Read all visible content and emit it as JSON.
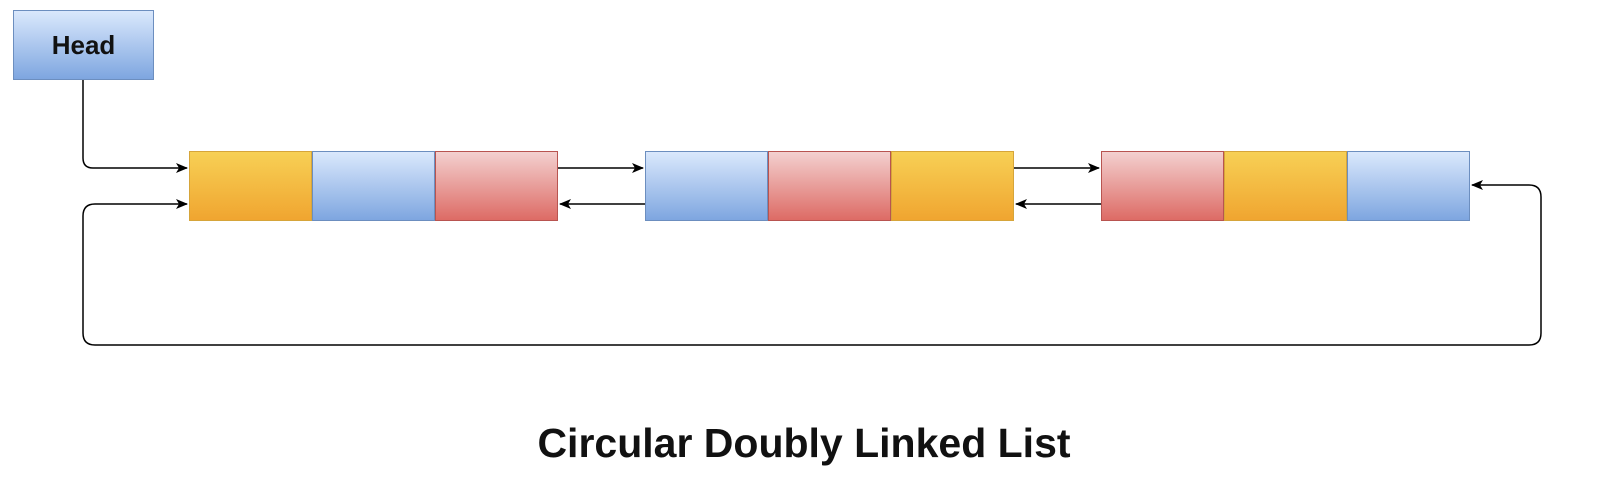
{
  "head": {
    "label": "Head"
  },
  "title": "Circular Doubly Linked List",
  "colors": {
    "orange": "#f0a530",
    "blue": "#7ea6e0",
    "red": "#dd6b65",
    "line": "#000000"
  },
  "nodes": [
    {
      "cells": [
        "orange",
        "blue",
        "red"
      ]
    },
    {
      "cells": [
        "blue",
        "red",
        "orange"
      ]
    },
    {
      "cells": [
        "red",
        "orange",
        "blue"
      ]
    }
  ]
}
